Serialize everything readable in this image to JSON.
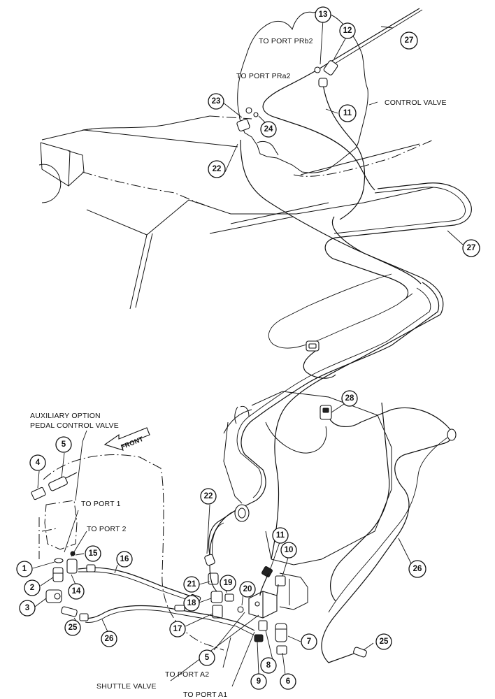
{
  "labels": {
    "to_port_prb2": "TO PORT PRb2",
    "to_port_pra2": "TO PORT PRa2",
    "control_valve": "CONTROL VALVE",
    "auxiliary_option": "AUXILIARY OPTION",
    "pedal_control_valve": "PEDAL CONTROL VALVE",
    "front": "FRONT",
    "to_port_1": "TO PORT 1",
    "to_port_2": "TO PORT 2",
    "to_port_a2": "TO PORT A2",
    "shuttle_valve": "SHUTTLE VALVE",
    "to_port_a1": "TO PORT A1"
  },
  "callouts": {
    "c13": "13",
    "c12": "12",
    "c27a": "27",
    "c11a": "11",
    "c23": "23",
    "c24": "24",
    "c22a": "22",
    "c27b": "27",
    "c28": "28",
    "c5a": "5",
    "c4": "4",
    "c22b": "22",
    "c11b": "11",
    "c10": "10",
    "c1": "1",
    "c15": "15",
    "c16": "16",
    "c26a": "26",
    "c21": "21",
    "c2": "2",
    "c14": "14",
    "c18": "18",
    "c19": "19",
    "c20": "20",
    "c3": "3",
    "c25a": "25",
    "c17": "17",
    "c26b": "26",
    "c7": "7",
    "c5b": "5",
    "c8": "8",
    "c25b": "25",
    "c9": "9",
    "c6": "6"
  }
}
